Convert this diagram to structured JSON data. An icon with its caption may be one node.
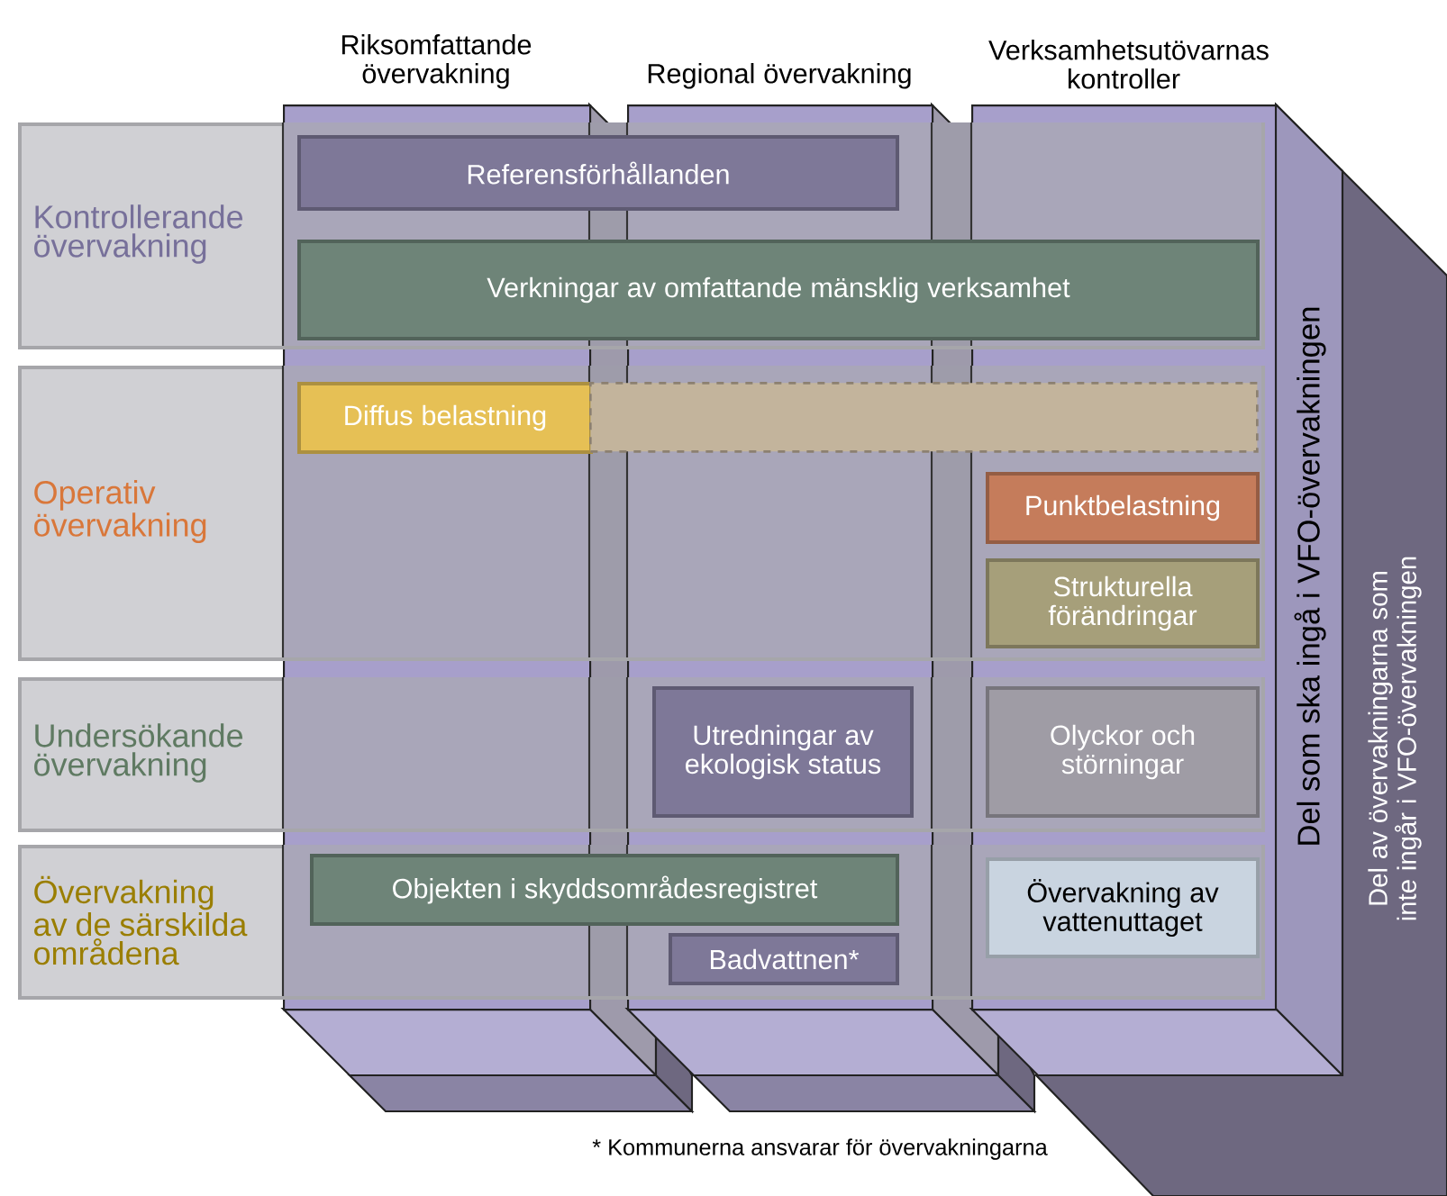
{
  "diagram": {
    "nodes": [
      {
        "text": [
          "Riksomfattande övervakning"
        ]
      },
      {
        "text": [
          "Regional övervakning"
        ]
      },
      {
        "text": [
          "Verksamhetsutövarnas kontroller"
        ]
      },
      {
        "text": [
          "Del som ska ingå i VFO-övervakningen"
        ]
      },
      {
        "text": [
          "Del av övervakningarna som inte ingår i VFO-övervakningen"
        ]
      },
      {
        "text": [
          "Kontrollerande övervakning"
        ]
      },
      {
        "text": [
          "Referensförhållanden"
        ],
        "in": 5
      },
      {
        "text": [
          "Verkningar av omfattande mänsklig verksamhet"
        ],
        "in": 5
      },
      {
        "text": [
          "Operativ övervakning"
        ]
      },
      {
        "text": [
          "Diffus belastning"
        ]
      },
      {
        "text": [],
        "shape": "box",
        "in": 8
      },
      {
        "text": [
          "Punktbelastning"
        ]
      },
      {
        "text": [
          "Strukturella förändringar"
        ]
      },
      {
        "text": [
          "Undersökande övervakning"
        ]
      },
      {
        "text": [
          "Utredningar av ekologisk status"
        ]
      },
      {
        "text": [
          "Olyckor och störningar"
        ]
      },
      {
        "text": [
          "Övervakning av de särskilda områdena"
        ]
      },
      {
        "text": [
          "Objekten i skyddsområdesregistret"
        ],
        "in": 16
      },
      {
        "text": [
          "Badvattnen*"
        ]
      },
      {
        "text": [
          "Övervakning av vattenuttaget"
        ]
      }
    ],
    "labels": [
      "* Kommunerna ansvarar för  övervakningarna"
    ]
  }
}
